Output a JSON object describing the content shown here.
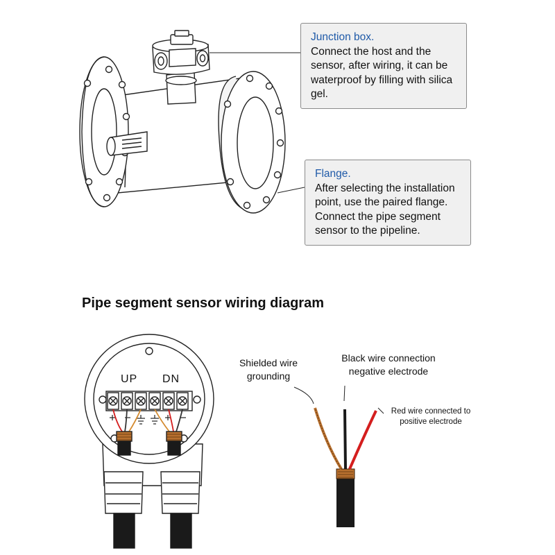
{
  "callouts": {
    "junction": {
      "title": "Junction box.",
      "body": "Connect the host and the sensor, after wiring, it can be waterproof by filling with silica gel."
    },
    "flange": {
      "title": "Flange.",
      "body": "After selecting the installation point, use the paired flange. Connect the pipe segment sensor to the pipeline."
    }
  },
  "wiring": {
    "title": "Pipe segment sensor wiring diagram",
    "up_label": "UP",
    "dn_label": "DN",
    "shield_label": "Shielded wire grounding",
    "black_label": "Black wire connection negative electrode",
    "red_label": "Red wire connected to positive electrode"
  },
  "colors": {
    "callout_title": "#1f5aa8",
    "callout_bg": "#f0f0f0",
    "red_wire": "#d41e1e",
    "shield_wire": "#b8702e",
    "cable": "#1a1a1a"
  }
}
